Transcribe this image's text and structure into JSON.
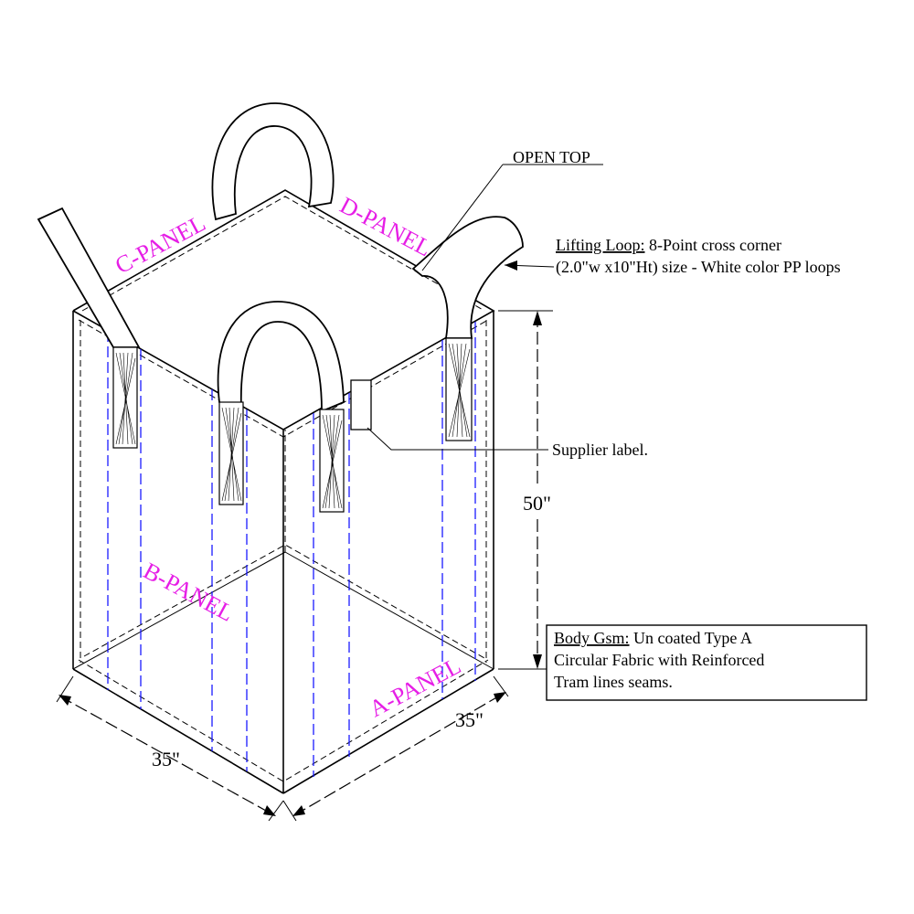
{
  "labels": {
    "open_top": "OPEN TOP",
    "lifting_loop_heading": "Lifting Loop:",
    "lifting_loop_line1_rest": " 8-Point cross corner",
    "lifting_loop_line2": "(2.0\"w x10\"Ht) size - White color PP loops",
    "supplier_label": "Supplier label.",
    "body_gsm_heading": "Body Gsm:",
    "body_gsm_line1_rest": "  Un coated Type A",
    "body_gsm_line2": "Circular Fabric with Reinforced",
    "body_gsm_line3": "Tram lines seams."
  },
  "panels": {
    "a": "A-PANEL",
    "b": "B-PANEL",
    "c": "C-PANEL",
    "d": "D-PANEL"
  },
  "dimensions": {
    "height": "50\"",
    "width_left": "35\"",
    "width_right": "35\""
  },
  "colors": {
    "panel_label": "#e61ee6",
    "tram_lines": "#1a1aff",
    "line": "#000000"
  }
}
